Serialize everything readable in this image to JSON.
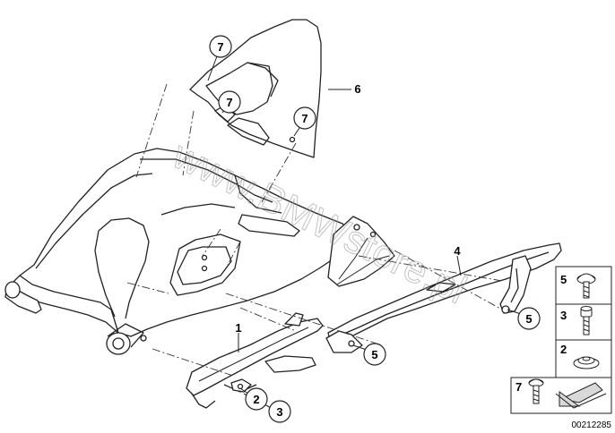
{
  "watermark": "www.BMWstore.pl",
  "diagram_code": "00212285",
  "callouts": {
    "c7a": "7",
    "c7b": "7",
    "c7c": "7",
    "c6": "6",
    "c4": "4",
    "c5a": "5",
    "c5b": "5",
    "c1": "1",
    "c2": "2",
    "c3": "3"
  },
  "legend": [
    {
      "number": "5",
      "icon": "torx-screw-icon"
    },
    {
      "number": "3",
      "icon": "hex-bolt-icon"
    },
    {
      "number": "2",
      "icon": "grommet-icon"
    },
    {
      "number": "7",
      "icon": "screw-with-arrow-icon"
    }
  ]
}
